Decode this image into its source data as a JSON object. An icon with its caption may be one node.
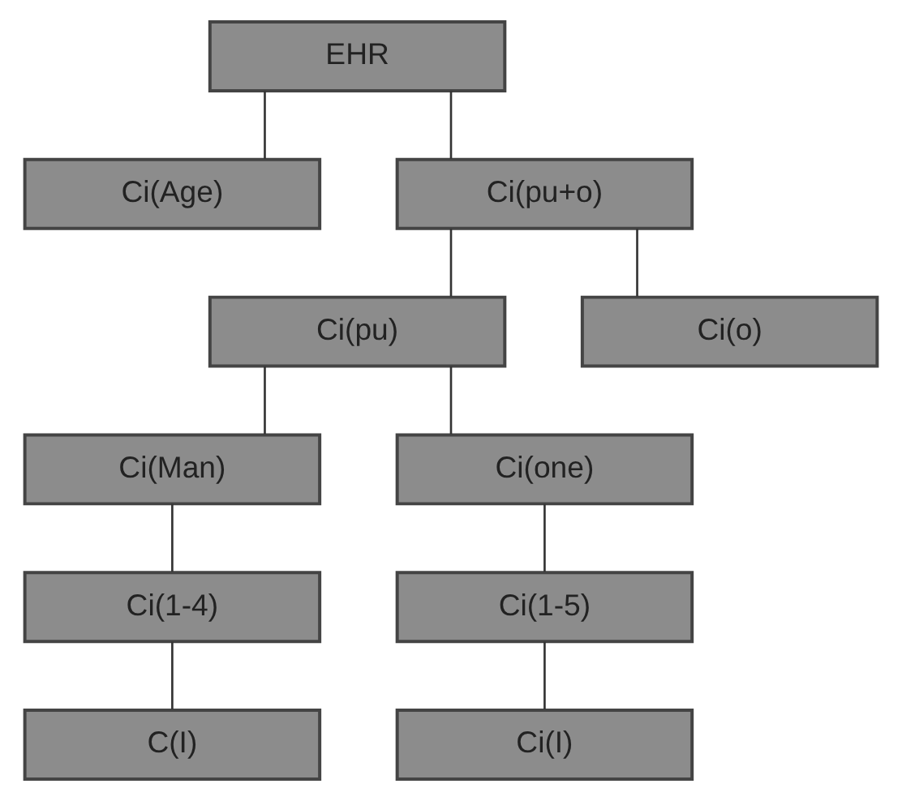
{
  "diagram": {
    "nodes": [
      {
        "text": [
          "EHR"
        ]
      },
      {
        "text": [
          "Ci(Age)"
        ]
      },
      {
        "text": [
          "Ci(pu+o)"
        ]
      },
      {
        "text": [
          "Ci(pu)"
        ]
      },
      {
        "text": [
          "Ci(o)"
        ]
      },
      {
        "text": [
          "Ci(Man)"
        ]
      },
      {
        "text": [
          "Ci(one)"
        ]
      },
      {
        "text": [
          "Ci(1-4)"
        ]
      },
      {
        "text": [
          "Ci(1-5)"
        ]
      },
      {
        "text": [
          "C(I)"
        ]
      },
      {
        "text": [
          "Ci(I)"
        ]
      }
    ],
    "edges": [
      {
        "from": 0,
        "to": 1,
        "arrow": "none"
      },
      {
        "from": 0,
        "to": 2,
        "arrow": "none"
      },
      {
        "from": 2,
        "to": 3,
        "arrow": "none"
      },
      {
        "from": 2,
        "to": 4,
        "arrow": "none"
      },
      {
        "from": 3,
        "to": 5,
        "arrow": "none"
      },
      {
        "from": 3,
        "to": 6,
        "arrow": "none"
      },
      {
        "from": 5,
        "to": 7,
        "arrow": "none"
      },
      {
        "from": 6,
        "to": 8,
        "arrow": "none"
      },
      {
        "from": 7,
        "to": 9,
        "arrow": "none"
      },
      {
        "from": 8,
        "to": 10,
        "arrow": "none"
      }
    ]
  }
}
